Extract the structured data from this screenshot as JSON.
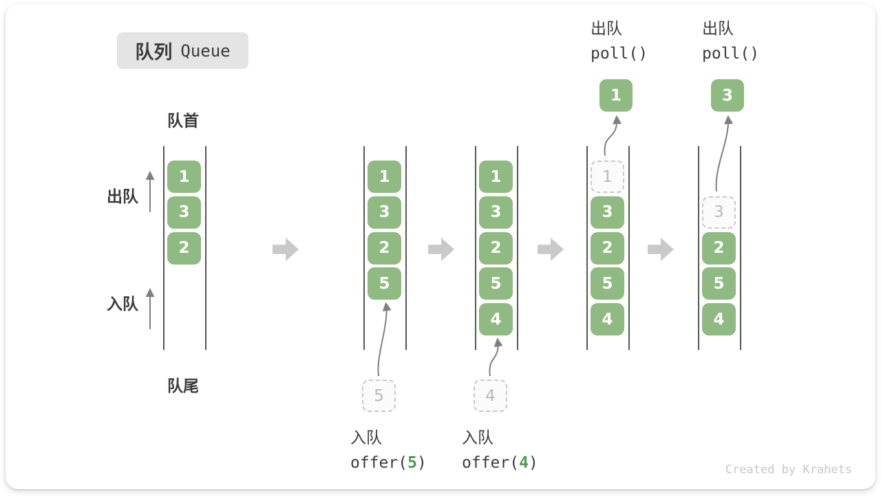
{
  "title": {
    "zh": "队列",
    "en": "Queue"
  },
  "side_labels": {
    "front": "队首",
    "rear": "队尾",
    "dequeue": "出队",
    "enqueue": "入队"
  },
  "watermark": "Created by Krahets",
  "colors": {
    "cell_green": "#8fba81",
    "cell_text": "#ffffff",
    "accent_green_text": "#4e9b52",
    "dark_text": "#3a3a3a",
    "dashed_border": "#c8c8c8",
    "dashed_text": "#b9b9b9",
    "flow_arrow_gray": "#c9c9c9",
    "thin_arrow_gray": "#7f7f7f",
    "badge_bg": "#e4e4e4",
    "wall_line": "#555555",
    "watermark_gray": "#c7c7c7"
  },
  "queues": [
    {
      "name": "state-initial",
      "cells": [
        {
          "slot": 0,
          "value": "1"
        },
        {
          "slot": 1,
          "value": "3"
        },
        {
          "slot": 2,
          "value": "2"
        }
      ]
    },
    {
      "name": "state-after-offer-5",
      "cells": [
        {
          "slot": 0,
          "value": "1"
        },
        {
          "slot": 1,
          "value": "3"
        },
        {
          "slot": 2,
          "value": "2"
        },
        {
          "slot": 3,
          "value": "5"
        }
      ],
      "enqueue": {
        "value": "5",
        "label": "入队",
        "code_before": "offer(",
        "arg": "5",
        "code_after": ")"
      }
    },
    {
      "name": "state-after-offer-4",
      "cells": [
        {
          "slot": 0,
          "value": "1"
        },
        {
          "slot": 1,
          "value": "3"
        },
        {
          "slot": 2,
          "value": "2"
        },
        {
          "slot": 3,
          "value": "5"
        },
        {
          "slot": 4,
          "value": "4"
        }
      ],
      "enqueue": {
        "value": "4",
        "label": "入队",
        "code_before": "offer(",
        "arg": "4",
        "code_after": ")"
      }
    },
    {
      "name": "state-after-poll-1",
      "cells": [
        {
          "slot": 0,
          "value": "1",
          "dashed": true
        },
        {
          "slot": 1,
          "value": "3"
        },
        {
          "slot": 2,
          "value": "2"
        },
        {
          "slot": 3,
          "value": "5"
        },
        {
          "slot": 4,
          "value": "4"
        }
      ],
      "dequeue": {
        "value": "1",
        "label": "出队",
        "code": "poll()"
      }
    },
    {
      "name": "state-after-poll-3",
      "cells": [
        {
          "slot": 1,
          "value": "3",
          "dashed": true
        },
        {
          "slot": 2,
          "value": "2"
        },
        {
          "slot": 3,
          "value": "5"
        },
        {
          "slot": 4,
          "value": "4"
        }
      ],
      "dequeue": {
        "value": "3",
        "label": "出队",
        "code": "poll()"
      }
    }
  ]
}
